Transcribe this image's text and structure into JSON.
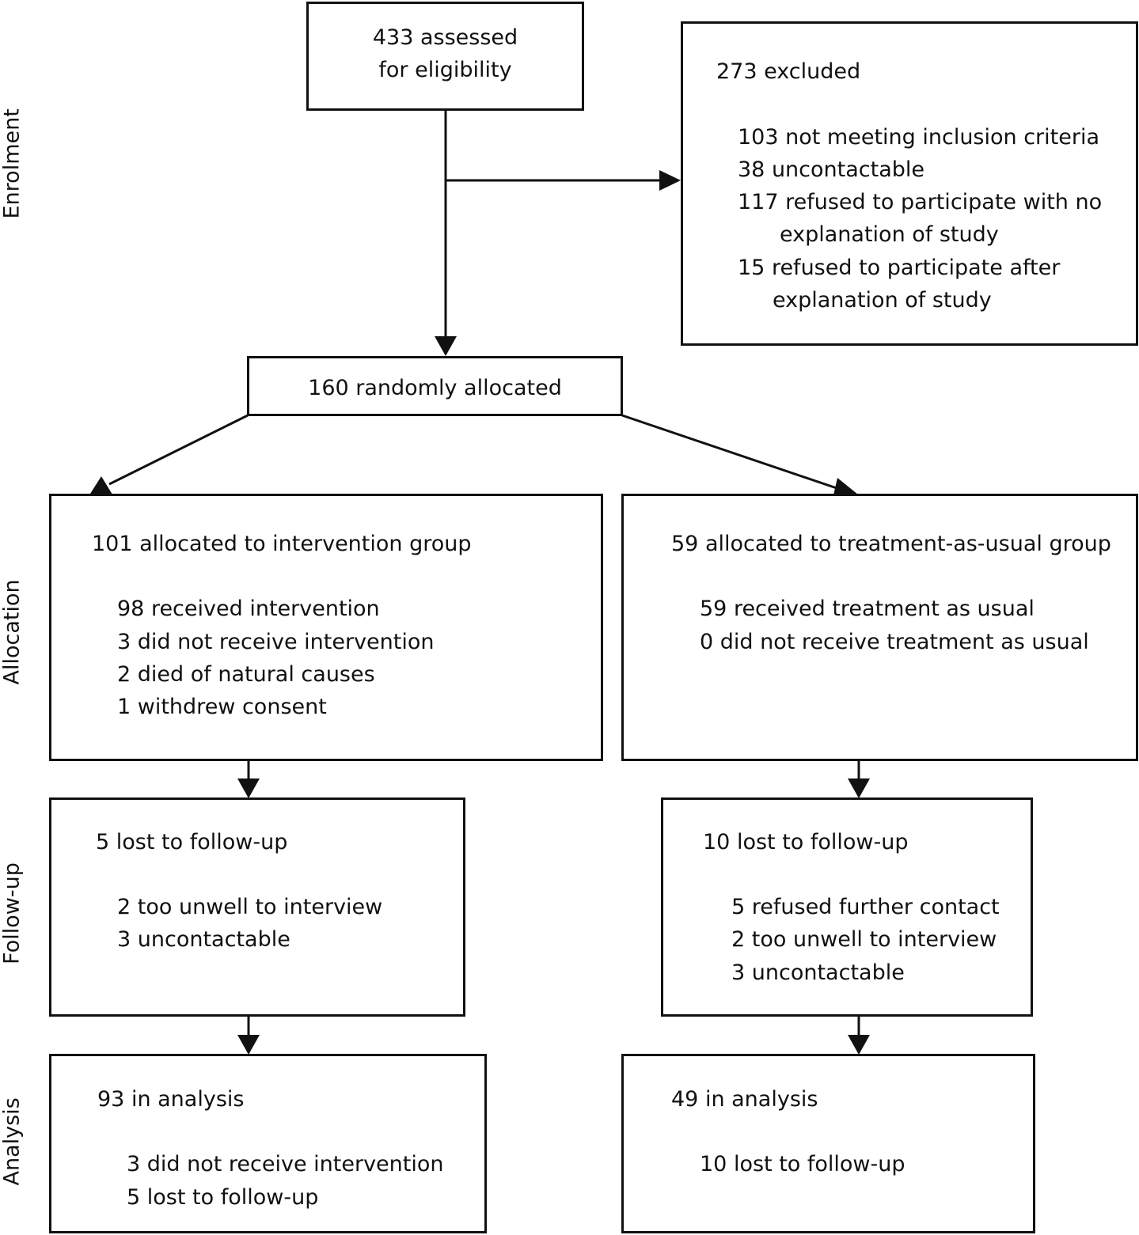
{
  "stages": {
    "enrolment": "Enrolment",
    "allocation": "Allocation",
    "followup": "Follow-up",
    "analysis": "Analysis"
  },
  "assessed": {
    "line1": "433 assessed",
    "line2": "for eligibility"
  },
  "excluded": {
    "title": "273 excluded",
    "items": [
      "103 not meeting inclusion criteria",
      "38 uncontactable",
      "117 refused to participate with no",
      "explanation of study",
      "15 refused to participate after",
      "explanation of study"
    ]
  },
  "randomised": {
    "title": "160 randomly allocated"
  },
  "intervention": {
    "title": "101 allocated to intervention group",
    "items": [
      "98 received intervention",
      "3 did not receive intervention",
      "2 died of natural causes",
      "1 withdrew consent"
    ]
  },
  "tau": {
    "title": "59 allocated to treatment-as-usual group",
    "items": [
      "59 received treatment as usual",
      "0 did not receive treatment as usual"
    ]
  },
  "followup_left": {
    "title": "5 lost to follow-up",
    "items": [
      "2 too unwell to interview",
      "3 uncontactable"
    ]
  },
  "followup_right": {
    "title": "10 lost to follow-up",
    "items": [
      "5 refused further contact",
      "2 too unwell to interview",
      "3 uncontactable"
    ]
  },
  "analysis_left": {
    "title": "93 in analysis",
    "items": [
      "3 did not receive intervention",
      "5 lost to follow-up"
    ]
  },
  "analysis_right": {
    "title": "49 in analysis",
    "items": [
      "10 lost to follow-up"
    ]
  }
}
